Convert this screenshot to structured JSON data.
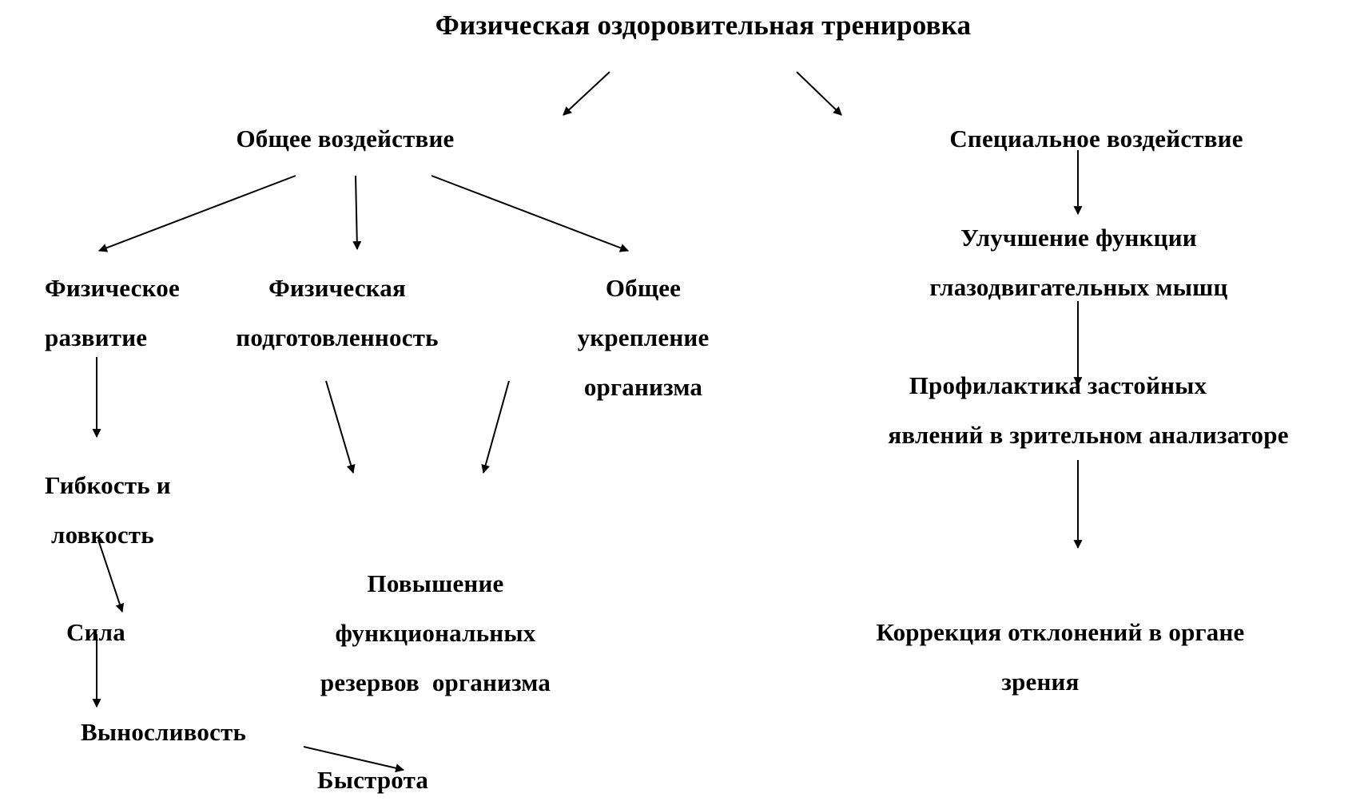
{
  "diagram": {
    "title": "Физическая оздоровительная тренировка",
    "general": "Общее воздействие",
    "special": "Специальное воздействие",
    "physical_development": [
      "Физическое",
      "развитие"
    ],
    "physical_fitness": [
      "Физическая",
      "подготовленность"
    ],
    "general_strengthening": [
      "Общее",
      "укрепление",
      "организма"
    ],
    "flexibility": [
      "Гибкость и",
      "ловкость"
    ],
    "strength": "Сила",
    "endurance": "Выносливость",
    "speed": "Быстрота",
    "functional_reserves": [
      "Повышение",
      "функциональных",
      "резервов  организма"
    ],
    "eye_muscles": [
      "Улучшение функции",
      "глазодвигательных мышц"
    ],
    "prophylaxis": [
      "Профилактика застойных",
      "явлений в зрительном анализаторе"
    ],
    "correction": [
      "Коррекция отклонений в органе",
      "зрения"
    ]
  }
}
